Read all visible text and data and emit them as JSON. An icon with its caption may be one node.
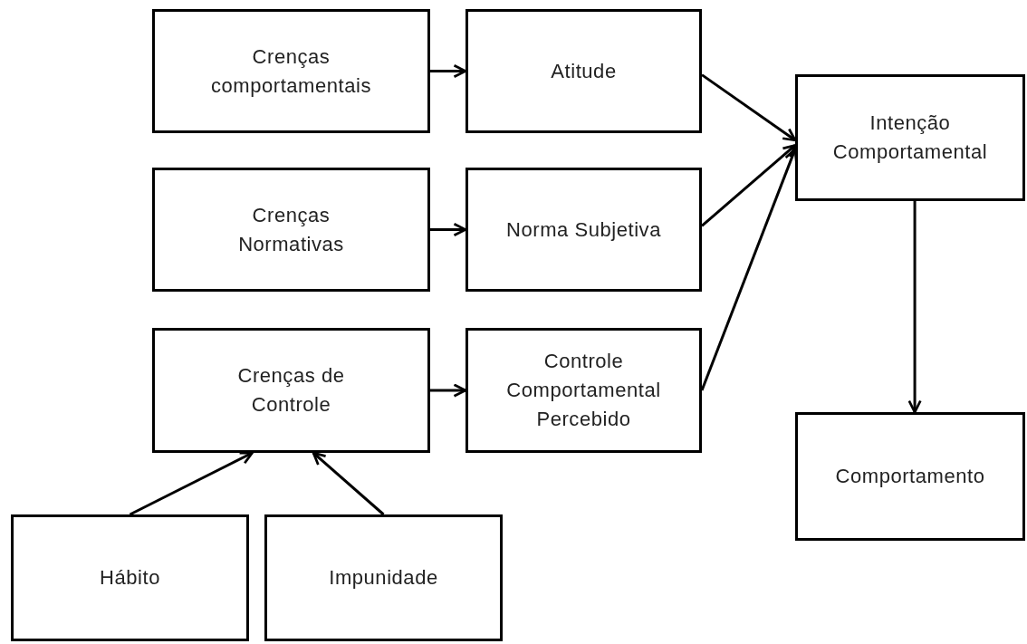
{
  "diagram": {
    "nodes": [
      {
        "text": [
          "Crenças comportamentais"
        ]
      },
      {
        "text": [
          "Atitude"
        ]
      },
      {
        "text": [
          "Crenças Normativas"
        ]
      },
      {
        "text": [
          "Norma Subjetiva"
        ]
      },
      {
        "text": [
          "Crenças de Controle"
        ]
      },
      {
        "text": [
          "Controle Comportamental Percebido"
        ]
      },
      {
        "text": [
          "Intenção Comportamental"
        ]
      },
      {
        "text": [
          "Comportamento"
        ]
      },
      {
        "text": [
          "Hábito"
        ]
      },
      {
        "text": [
          "Impunidade"
        ]
      }
    ],
    "edges": [
      {
        "from": 0,
        "to": 1,
        "arrow": "to"
      },
      {
        "from": 2,
        "to": 3,
        "arrow": "to"
      },
      {
        "from": 4,
        "to": 5,
        "arrow": "to"
      },
      {
        "from": 1,
        "to": 6,
        "arrow": "to"
      },
      {
        "from": 3,
        "to": 6,
        "arrow": "to"
      },
      {
        "from": 5,
        "to": 6,
        "arrow": "to"
      },
      {
        "from": 6,
        "to": 7,
        "arrow": "to"
      },
      {
        "from": 8,
        "to": 4,
        "arrow": "to"
      },
      {
        "from": 9,
        "to": 4,
        "arrow": "to"
      }
    ]
  }
}
